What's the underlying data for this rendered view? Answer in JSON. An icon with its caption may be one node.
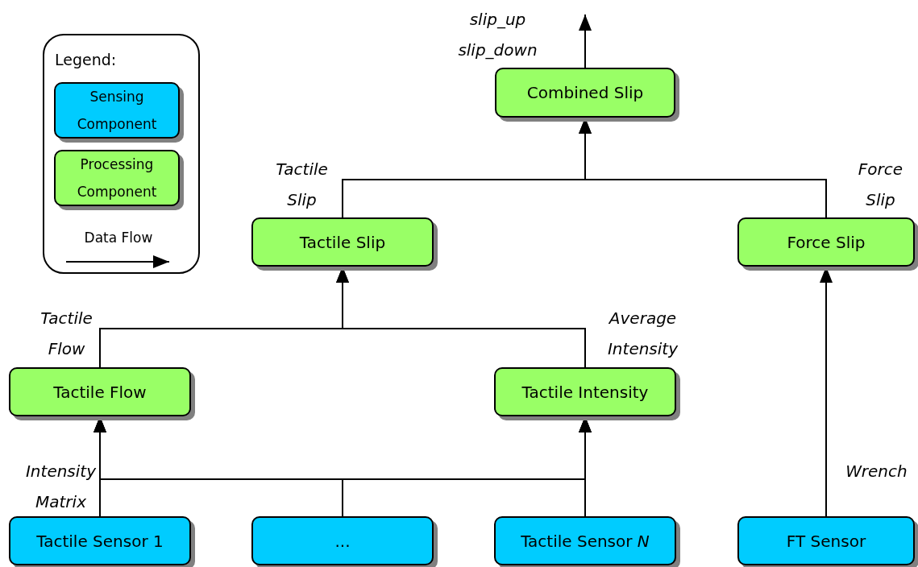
{
  "diagram": {
    "nodes": [
      {
        "text": [
          "Combined Slip"
        ]
      },
      {
        "text": [
          "Tactile Slip"
        ]
      },
      {
        "text": [
          "Force Slip"
        ]
      },
      {
        "text": [
          "Tactile Flow"
        ]
      },
      {
        "text": [
          "Tactile Intensity"
        ]
      },
      {
        "text": [
          "Tactile Sensor 1"
        ]
      },
      {
        "text": [
          "..."
        ]
      },
      {
        "text": [
          "Tactile Sensor *N*"
        ]
      },
      {
        "text": [
          "FT Sensor"
        ]
      }
    ],
    "edges": [
      {
        "from": 0,
        "to": null,
        "arrow": "to",
        "label": "slip_up slip_down"
      },
      {
        "from": 1,
        "to": 0,
        "arrow": "to",
        "label": "Tactile Slip"
      },
      {
        "from": 2,
        "to": 0,
        "arrow": "to",
        "label": "Force Slip"
      },
      {
        "from": 3,
        "to": 1,
        "arrow": "to",
        "label": "Tactile Flow"
      },
      {
        "from": 4,
        "to": 1,
        "arrow": "to",
        "label": "Average Intensity"
      },
      {
        "from": 5,
        "to": 3,
        "arrow": "to",
        "label": "Intensity Matrix"
      },
      {
        "from": 6,
        "to": 3,
        "arrow": "to"
      },
      {
        "from": 7,
        "to": 3,
        "arrow": "to"
      },
      {
        "from": 5,
        "to": 4,
        "arrow": "to"
      },
      {
        "from": 6,
        "to": 4,
        "arrow": "to"
      },
      {
        "from": 7,
        "to": 4,
        "arrow": "to"
      },
      {
        "from": 8,
        "to": 2,
        "arrow": "to",
        "label": "Wrench"
      }
    ],
    "labels": [
      "Legend:"
    ],
    "legend": [
      {
        "text": "Sensing Component",
        "color": "#00ccff"
      },
      {
        "text": "Processing Component",
        "color": "#99ff66"
      },
      {
        "text": "Data Flow"
      }
    ]
  }
}
